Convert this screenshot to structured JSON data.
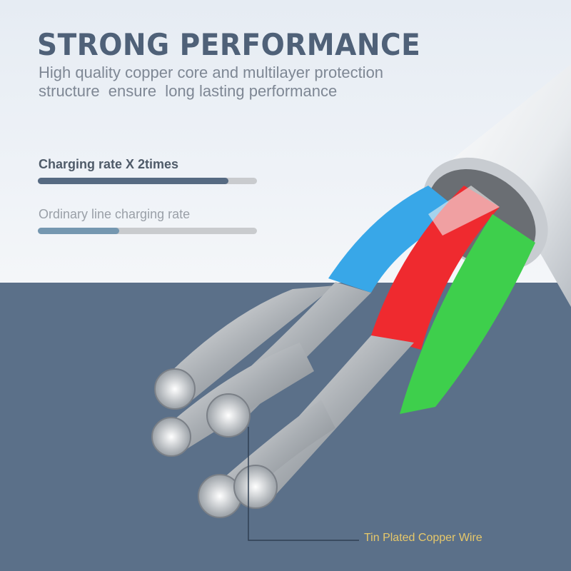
{
  "header": {
    "title": "STRONG PERFORMANCE",
    "subtitle": "High quality copper core and multilayer protection\nstructure  ensure  long lasting performance"
  },
  "comparison": [
    {
      "label": "Charging rate X 2times",
      "progress_percent": 87,
      "color": "#566a82"
    },
    {
      "label": "Ordinary line charging rate",
      "progress_percent": 37,
      "color": "#7597b0"
    }
  ],
  "callout": {
    "label": "Tin Plated Copper Wire",
    "color": "#e7c86a"
  },
  "colors": {
    "bottom_bg": "#5b7089",
    "title": "#4f6178"
  }
}
